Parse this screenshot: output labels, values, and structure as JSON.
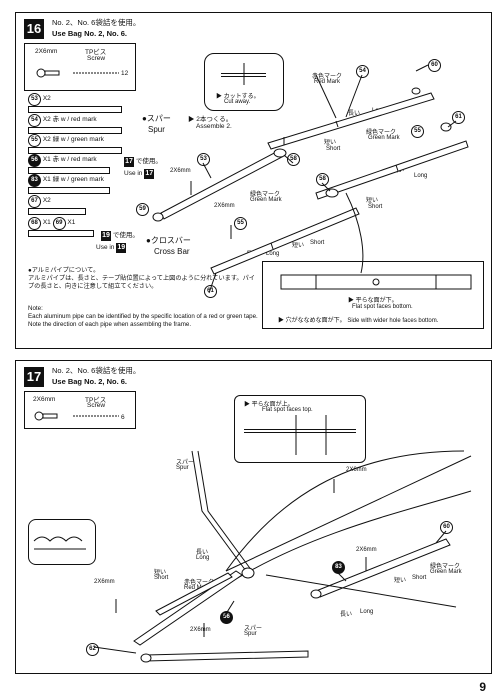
{
  "step16": {
    "number": "16",
    "header_jp": "No. 2、No. 6袋詰を使用。",
    "header_en": "Use Bag No. 2, No. 6.",
    "screw_size": "2X6mm",
    "screw_type_jp": "TPビス",
    "screw_type_en": "Screw",
    "screw_qty": "12",
    "parts": [
      {
        "num": "53",
        "qty": "X2",
        "note_jp": "",
        "note_en": ""
      },
      {
        "num": "54",
        "qty": "X2",
        "note_jp": "赤",
        "note_en": "w / red mark"
      },
      {
        "num": "55",
        "qty": "X2",
        "note_jp": "緑",
        "note_en": "w / green mark"
      },
      {
        "num": "56",
        "qty": "X1",
        "note_jp": "赤",
        "note_en": "w / red mark"
      },
      {
        "num": "83",
        "qty": "X1",
        "note_jp": "緑",
        "note_en": "w / green mark"
      },
      {
        "num": "67",
        "qty": "X2",
        "note_jp": "",
        "note_en": ""
      }
    ],
    "part68": "68",
    "part69": "69",
    "part68_qty": "X1",
    "part69_qty": "X1",
    "use_in_17_jp": "で使用。",
    "use_in_17_en": "Use in",
    "ref17": "17",
    "use_in_19_jp": "で使用。",
    "use_in_19_en": "Use in",
    "ref19": "19",
    "spur_jp": "●スパー",
    "spur_en": "Spur",
    "assemble_jp": "▶ 2本つくる。",
    "assemble_en": "Assemble 2.",
    "crossbar_jp": "●クロスバー",
    "crossbar_en": "Cross Bar",
    "cutaway_jp": "▶ カットする。",
    "cutaway_en": "Cut away.",
    "red_mark_jp": "赤色マーク",
    "red_mark_en": "Red Mark",
    "green_mark_jp": "緑色マーク",
    "green_mark_en": "Green Mark",
    "long_jp": "長い",
    "long_en": "Long",
    "short_jp": "短い",
    "short_en": "Short",
    "screw_label": "2X6mm",
    "flat_bottom_jp": "▶ 平らな面が下。",
    "flat_bottom_en": "Flat spot faces bottom.",
    "hole_bottom_jp": "▶ 穴がななめな面が下。",
    "hole_bottom_en": "Side with wider hole faces bottom.",
    "aluminum_jp_title": "●アルミパイプについて。",
    "aluminum_jp_body": "アルミパイプは、長さと、テープ貼位置によって上図のように分れています。パイプの長さと、向きに注意して組立てください。",
    "note_title": "Note:",
    "note_body": "Each aluminum pipe can be identified by the specific location of a red or green tape. Note the direction of each pipe when assembling the frame.",
    "callouts": [
      "60",
      "54",
      "61",
      "55",
      "53",
      "58",
      "58",
      "59",
      "55",
      "61"
    ]
  },
  "step17": {
    "number": "17",
    "header_jp": "No. 2、No. 6袋詰を使用。",
    "header_en": "Use Bag No. 2, No. 6.",
    "screw_size": "2X6mm",
    "screw_type_jp": "TPビス",
    "screw_type_en": "Screw",
    "screw_qty": "6",
    "flat_top_jp": "▶ 平らな面が上。",
    "flat_top_en": "Flat spot faces top.",
    "spur_jp": "スパー",
    "spur_en": "Spur",
    "long_jp": "長い",
    "long_en": "Long",
    "short_jp": "短い",
    "short_en": "Short",
    "red_mark_jp": "赤色マーク",
    "red_mark_en": "Red Mark",
    "green_mark_jp": "緑色マーク",
    "green_mark_en": "Green Mark",
    "screw_label": "2X6mm",
    "callouts": [
      "60",
      "83",
      "56",
      "62"
    ]
  },
  "page_number": "9"
}
